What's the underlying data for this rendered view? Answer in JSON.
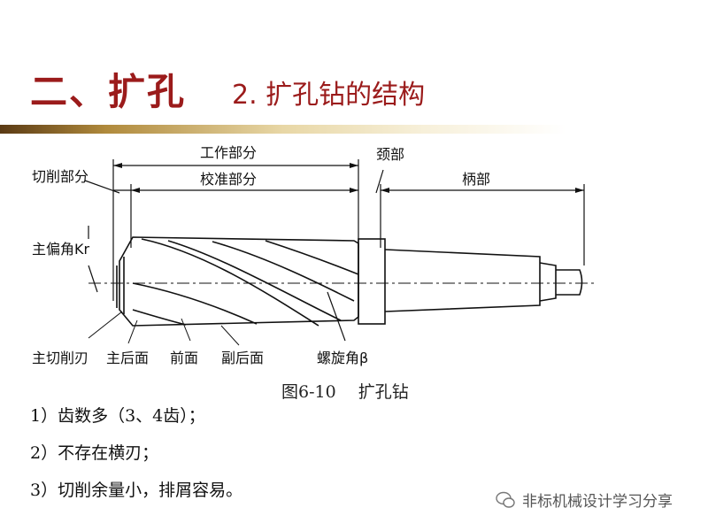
{
  "header": {
    "title": "二、扩孔",
    "subtitle": "2. 扩孔钻的结构"
  },
  "figure": {
    "labels": {
      "work_part": "工作部分",
      "neck": "颈部",
      "cutting_part": "切削部分",
      "calibration_part": "校准部分",
      "shank": "柄部",
      "main_angle": "主偏角Kr",
      "main_edge": "主切削刃",
      "main_flank": "主后面",
      "rake_face": "前面",
      "secondary_flank": "副后面",
      "helix_angle": "螺旋角β"
    },
    "caption": "图6-10　 扩孔钻"
  },
  "points": [
    "1）齿数多（3、4齿）；",
    "2）不存在横刃；",
    "3）切削余量小，排屑容易。"
  ],
  "watermark": {
    "text": "非标机械设计学习分享",
    "icon": "wechat-icon"
  }
}
